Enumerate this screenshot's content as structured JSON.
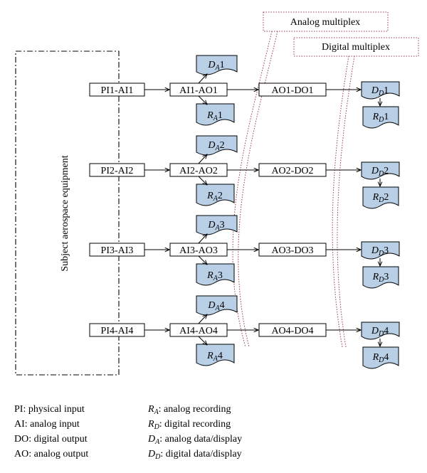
{
  "equipment_label": "Subject aerospace equipment",
  "analog_multiplex_label": "Analog multiplex",
  "digital_multiplex_label": "Digital multiplex",
  "channels": [
    {
      "pi": "PI1-AI1",
      "ai": "AI1-AO1",
      "ao": "AO1-DO1",
      "n": "1"
    },
    {
      "pi": "PI2-AI2",
      "ai": "AI2-AO2",
      "ao": "AO2-DO2",
      "n": "2"
    },
    {
      "pi": "PI3-AI3",
      "ai": "AI3-AO3",
      "ao": "AO3-DO3",
      "n": "3"
    },
    {
      "pi": "PI4-AI4",
      "ai": "AI4-AO4",
      "ao": "AO4-DO4",
      "n": "4"
    }
  ],
  "symbols": {
    "analog_data": {
      "main": "D",
      "sub": "A"
    },
    "analog_recording": {
      "main": "R",
      "sub": "A"
    },
    "digital_data": {
      "main": "D",
      "sub": "D"
    },
    "digital_recording": {
      "main": "R",
      "sub": "D"
    }
  },
  "legend_left": [
    "PI: physical input",
    "AI: analog input",
    "DO: digital output",
    "AO: analog output"
  ],
  "legend_right": [
    {
      "main": "R",
      "sub": "A",
      "text": ": analog recording"
    },
    {
      "main": "R",
      "sub": "D",
      "text": ": digital recording"
    },
    {
      "main": "D",
      "sub": "A",
      "text": ": analog data/display"
    },
    {
      "main": "D",
      "sub": "D",
      "text": ": digital data/display"
    }
  ]
}
